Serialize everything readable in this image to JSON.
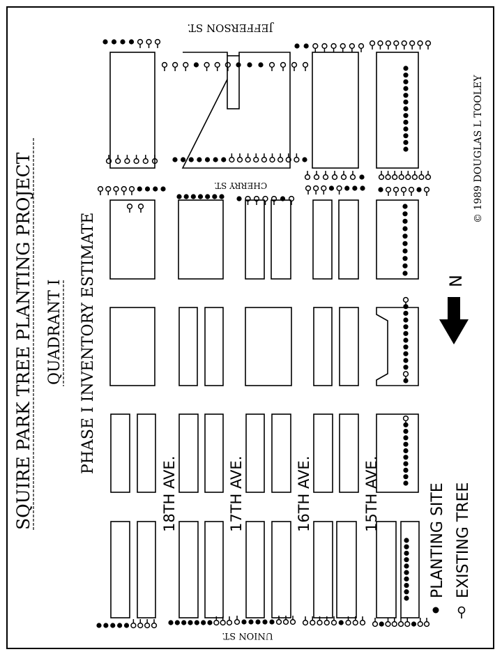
{
  "title": "SQUIRE PARK TREE PLANTING PROJECT",
  "quadrant": "QUADRANT I",
  "subtitle": "PHASE I INVENTORY ESTIMATE",
  "copyright": "© 1989 DOUGLAS L TOOLEY",
  "north": "N",
  "streets": {
    "top": "JEFFERSON ST.",
    "middle": "CHERRY ST.",
    "bottom": "UNION ST."
  },
  "avenues": [
    "18TH AVE.",
    "17TH AVE.",
    "16TH AVE.",
    "15TH AVE."
  ],
  "legend": {
    "planting_site": "PLANTING SITE",
    "existing_tree": "EXISTING TREE"
  }
}
